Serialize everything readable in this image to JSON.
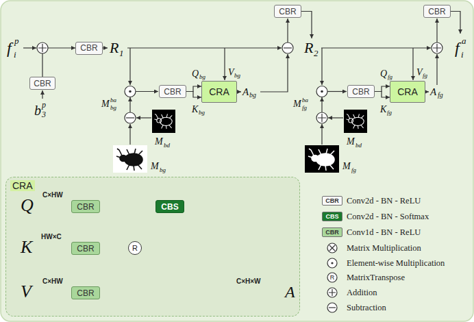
{
  "diagram": {
    "nodes": [
      {
        "text": [
          "CBR"
        ]
      },
      {
        "text": [
          "CBR"
        ]
      },
      {
        "text": [
          "CBR"
        ]
      },
      {
        "text": [
          "CBR"
        ]
      },
      {
        "text": [
          "CBR"
        ]
      },
      {
        "text": [
          "CRA"
        ]
      },
      {
        "text": [
          "CBR"
        ]
      },
      {
        "text": [
          "CRA"
        ]
      },
      {
        "text": [
          "CRA"
        ]
      },
      {
        "text": [
          "CBR"
        ],
        "in": 8
      },
      {
        "text": [
          "CBS"
        ],
        "in": 8
      },
      {
        "text": [
          "CBR"
        ],
        "in": 8
      },
      {
        "text": [
          "R"
        ],
        "in": 8
      },
      {
        "text": [
          "CBR"
        ],
        "in": 8
      }
    ],
    "edges": [
      {
        "from": 1,
        "to": 0,
        "arrow": "to"
      },
      {
        "from": 4,
        "to": 5,
        "arrow": "to"
      },
      {
        "from": 4,
        "to": 5,
        "arrow": "to"
      },
      {
        "from": 6,
        "to": 7,
        "arrow": "to"
      },
      {
        "from": 6,
        "to": 7,
        "arrow": "to"
      },
      {
        "from": 9,
        "to": 10,
        "arrow": "to"
      },
      {
        "from": 11,
        "to": 12,
        "arrow": "none"
      }
    ],
    "labels": [
      "f",
      "i",
      "p",
      "b",
      "3",
      "p",
      "R",
      "1",
      "R",
      "2",
      "f",
      "i",
      "a",
      "Q",
      "bg",
      "K",
      "bg",
      "V",
      "bg",
      "A",
      "bg",
      "M",
      "bg",
      "ba",
      "M",
      "bd",
      "M",
      "bg",
      "Q",
      "fg",
      "K",
      "fg",
      "V",
      "fg",
      "A",
      "fg",
      "M",
      "fg",
      "ba",
      "M",
      "bd",
      "M",
      "fg",
      "Q",
      "C×HW",
      "K",
      "HW×C",
      "V",
      "C×HW",
      "C×H×W",
      "A",
      "CBR",
      "CBS",
      "CBR",
      "R"
    ],
    "legend": [
      {
        "text": "Conv2d - BN - ReLU",
        "color": "#f8f8f8"
      },
      {
        "text": "Conv2d - BN - Softmax",
        "color": "#1b7a2e"
      },
      {
        "text": "Conv1d - BN - ReLU",
        "color": "#a9d79b"
      },
      {
        "text": "Matrix Multiplication"
      },
      {
        "text": "Element-wise Multiplication"
      },
      {
        "text": "MatrixTranspose"
      },
      {
        "text": "Addition"
      },
      {
        "text": "Subtraction"
      }
    ]
  }
}
